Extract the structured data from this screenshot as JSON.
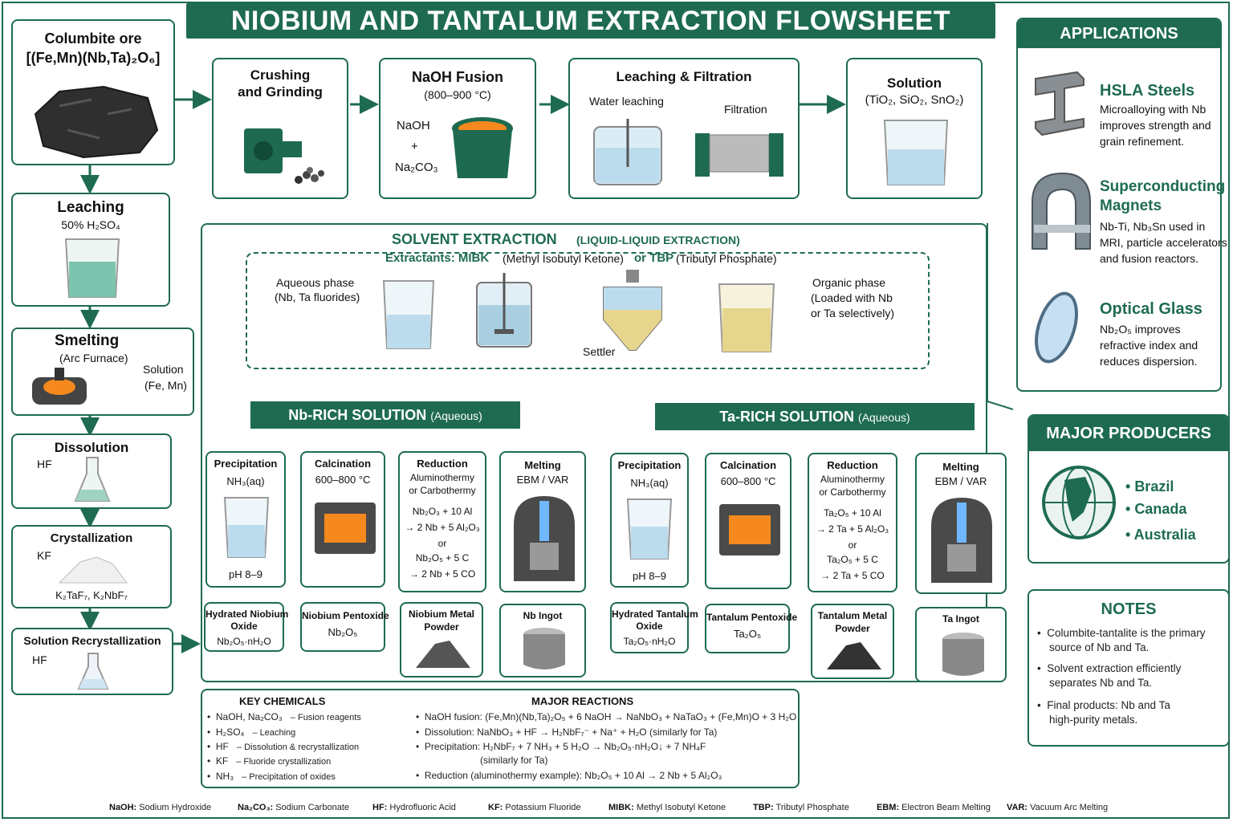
{
  "title": "NIOBIUM AND TANTALUM EXTRACTION FLOWSHEET",
  "ore": {
    "name": "Columbite ore",
    "formula": "[(Fe,Mn)(Nb,Ta)₂O₆]"
  },
  "top_row": {
    "crushing": {
      "line1": "Crushing",
      "line2": "and Grinding"
    },
    "fusion": {
      "title": "NaOH Fusion",
      "temp": "(800–900 °C)",
      "reagent1": "NaOH",
      "plus": "+",
      "reagent2": "Na₂CO₃"
    },
    "leach_filter": {
      "title": "Leaching & Filtration",
      "water": "Water leaching",
      "filtration": "Filtration"
    },
    "solution": {
      "title": "Solution",
      "contents": "(TiO₂, SiO₂, SnO₂)"
    }
  },
  "left_column": {
    "leaching": {
      "title": "Leaching",
      "reagent": "50% H₂SO₄"
    },
    "smelting": {
      "title": "Smelting",
      "sub": "(Arc Furnace)",
      "out1": "Solution",
      "out2": "(Fe, Mn)"
    },
    "dissolution": {
      "title": "Dissolution",
      "reagent": "HF"
    },
    "crystallization": {
      "title": "Crystallization",
      "reagent": "KF",
      "product": "K₂TaF₇, K₂NbF₇"
    },
    "recryst": {
      "title": "Solution Recrystallization",
      "reagent": "HF"
    }
  },
  "solvent_extraction": {
    "title": "SOLVENT EXTRACTION",
    "title_sub": "(LIQUID-LIQUID EXTRACTION)",
    "extractants_label": "Extractants: MIBK",
    "mibk_full": "(Methyl Isobutyl Ketone)",
    "or_tbp": "or TBP",
    "tbp_full": "(Tributyl Phosphate)",
    "aqueous_line1": "Aqueous phase",
    "aqueous_line2": "(Nb, Ta fluorides)",
    "settler": "Settler",
    "organic_line1": "Organic phase",
    "organic_line2": "(Loaded with Nb",
    "organic_line3": "or Ta selectively)"
  },
  "nb_branch": {
    "header": "Nb-RICH SOLUTION",
    "header_sub": "(Aqueous)",
    "precip": {
      "title": "Precipitation",
      "reagent": "NH₃(aq)",
      "ph": "pH 8–9",
      "product1": "Hydrated Niobium",
      "product2": "Oxide",
      "formula": "Nb₂O₅·nH₂O"
    },
    "calc": {
      "title": "Calcination",
      "temp": "600–800 °C",
      "product": "Niobium Pentoxide",
      "formula": "Nb₂O₅"
    },
    "red": {
      "title": "Reduction",
      "l1": "Aluminothermy",
      "l2": "or Carbothermy",
      "eq1": "Nb₂O₃ + 10 Al",
      "eq2": "→ 2 Nb + 5 Al₂O₃",
      "or": "or",
      "eq3": "Nb₂O₅ + 5 C",
      "eq4": "→ 2 Nb + 5 CO",
      "product1": "Niobium Metal",
      "product2": "Powder"
    },
    "melt": {
      "title": "Melting",
      "method": "EBM / VAR",
      "product": "Nb Ingot"
    }
  },
  "ta_branch": {
    "header": "Ta-RICH SOLUTION",
    "header_sub": "(Aqueous)",
    "precip": {
      "title": "Precipitation",
      "reagent": "NH₃(aq)",
      "ph": "pH 8–9",
      "product1": "Hydrated Tantalum",
      "product2": "Oxide",
      "formula": "Ta₂O₅·nH₂O"
    },
    "calc": {
      "title": "Calcination",
      "temp": "600–800 °C",
      "product": "Tantalum Pentoxide",
      "formula": "Ta₂O₅"
    },
    "red": {
      "title": "Reduction",
      "l1": "Aluminothermy",
      "l2": "or Carbothermy",
      "eq1": "Ta₂O₅ + 10 Al",
      "eq2": "→ 2 Ta + 5 Al₂O₃",
      "or": "or",
      "eq3": "Ta₂O₅ + 5 C",
      "eq4": "→ 2 Ta + 5 CO",
      "product1": "Tantalum Metal",
      "product2": "Powder"
    },
    "melt": {
      "title": "Melting",
      "method": "EBM / VAR",
      "product": "Ta Ingot"
    }
  },
  "applications": {
    "header": "APPLICATIONS",
    "items": [
      {
        "title": "HSLA Steels",
        "l1": "Microalloying with Nb",
        "l2": "improves strength and",
        "l3": "grain refinement.",
        "icon": "i-beam-icon"
      },
      {
        "title": "Superconducting",
        "title2": "Magnets",
        "l1": "Nb-Ti, Nb₃Sn used in",
        "l2": "MRI, particle accelerators",
        "l3": "and fusion reactors.",
        "icon": "magnet-icon"
      },
      {
        "title": "Optical Glass",
        "l1": "Nb₂O₅ improves",
        "l2": "refractive index and",
        "l3": "reduces dispersion.",
        "icon": "lens-icon"
      }
    ]
  },
  "producers": {
    "header": "MAJOR PRODUCERS",
    "items": [
      "Brazil",
      "Canada",
      "Australia"
    ]
  },
  "notes": {
    "header": "NOTES",
    "items": [
      {
        "l1": "Columbite-tantalite is the primary",
        "l2": "source of Nb and Ta."
      },
      {
        "l1": "Solvent extraction efficiently",
        "l2": "separates Nb and Ta."
      },
      {
        "l1": "Final products: Nb and Ta",
        "l2": "high-purity metals."
      }
    ]
  },
  "key_chemicals": {
    "header": "KEY CHEMICALS",
    "items": [
      {
        "chem": "NaOH, Na₂CO₃",
        "desc": "–  Fusion reagents"
      },
      {
        "chem": "H₂SO₄",
        "desc": "–  Leaching"
      },
      {
        "chem": "HF",
        "desc": "–  Dissolution & recrystallization"
      },
      {
        "chem": "KF",
        "desc": "–  Fluoride crystallization"
      },
      {
        "chem": "NH₃",
        "desc": "–  Precipitation of oxides"
      }
    ]
  },
  "major_reactions": {
    "header": "MAJOR REACTIONS",
    "items": [
      "NaOH fusion:  (Fe,Mn)(Nb,Ta)₂O₅ + 6 NaOH → NaNbO₃ + NaTaO₃ + (Fe,Mn)O + 3 H₂O",
      "Dissolution:   NaNbO₃ + HF → H₂NbF₇⁻ + Na⁺ + H₂O (similarly for Ta)",
      "Precipitation:  H₂NbF₇ + 7 NH₃ + 5 H₂O → Nb₂O₅·nH₂O↓ + 7 NH₄F",
      "Reduction (aluminothermy example):  Nb₂O₅ + 10 Al → 2 Nb + 5 Al₂O₃"
    ],
    "continuation": "(similarly for Ta)"
  },
  "legend": [
    {
      "abbr": "NaOH:",
      "full": "Sodium Hydroxide"
    },
    {
      "abbr": "Na₂CO₃:",
      "full": "Sodium Carbonate"
    },
    {
      "abbr": "HF:",
      "full": "Hydrofluoric Acid"
    },
    {
      "abbr": "KF:",
      "full": "Potassium Fluoride"
    },
    {
      "abbr": "MIBK:",
      "full": "Methyl Isobutyl Ketone"
    },
    {
      "abbr": "TBP:",
      "full": "Tributyl Phosphate"
    },
    {
      "abbr": "EBM:",
      "full": "Electron Beam Melting"
    },
    {
      "abbr": "VAR:",
      "full": "Vacuum Arc Melting"
    }
  ],
  "colors": {
    "primary": "#1e6b52",
    "fire": "#f5891e",
    "liquid_blue": "#bcdcee",
    "organic": "#e6d58c"
  }
}
